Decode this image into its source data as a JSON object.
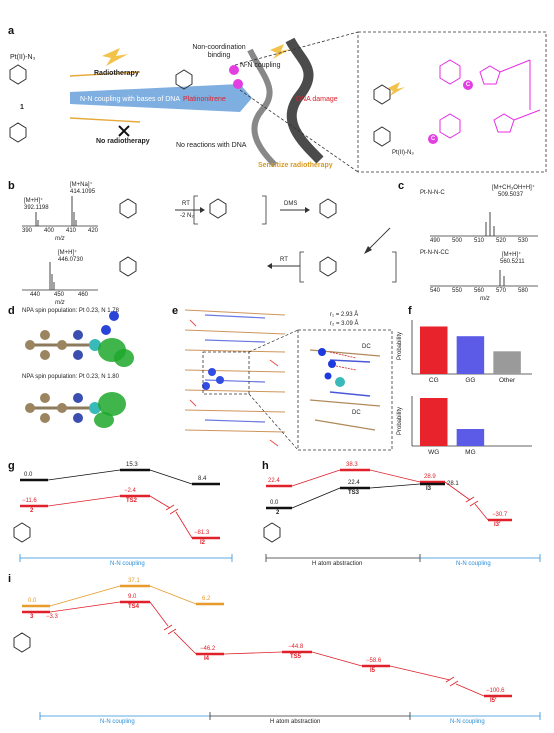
{
  "panels": {
    "a": {
      "label": "a",
      "pt_reactant": "Pt(II)-N₃",
      "radiotherapy": "Radiotherapy",
      "no_radiotherapy": "No radiotherapy",
      "compound_number": "1",
      "arrow_text": "N-N coupling with bases of DNA",
      "non_coord": "Non-coordination binding",
      "nn_coupling": "N-N coupling",
      "platinonitrene": "Platinonitrene",
      "dna_damage": "DNA damage",
      "no_reactions": "No reactions with DNA",
      "sensitize": "Sensitize radiotherapy",
      "pt_label_right": "Pt(II)-N₃",
      "c_badge": "C"
    },
    "b": {
      "label": "b",
      "ms1_peak1": "[M+H]⁺",
      "ms1_val1": "392.1198",
      "ms1_peak2": "[M+Na]⁺",
      "ms1_val2": "414.1095",
      "ms1_ticks": [
        "390",
        "400",
        "410",
        "420"
      ],
      "mz": "m/z",
      "rt": "RT",
      "minus_n2": "-2 N₂",
      "dms": "DMS",
      "rt2": "RT",
      "ms2_peak": "[M+H]⁺",
      "ms2_val": "446.0730",
      "ms2_ticks": [
        "440",
        "450",
        "460"
      ]
    },
    "c": {
      "label": "c",
      "s1_name": "Pt-N-N-C",
      "s1_peak": "[M+CH₃OH+H]⁺",
      "s1_val": "509.5037",
      "s1_ticks": [
        "490",
        "500",
        "510",
        "520",
        "530"
      ],
      "s2_name": "Pt-N-N-CC",
      "s2_peak": "[M+H]⁺",
      "s2_val": "560.5211",
      "s2_ticks": [
        "540",
        "550",
        "560",
        "570",
        "580"
      ],
      "mz": "m/z"
    },
    "d": {
      "label": "d",
      "npa1": "NPA spin population: Pt 0.23, N 1.78",
      "npa2": "NPA spin population: Pt 0.23, N 1.80"
    },
    "e": {
      "label": "e",
      "r1": "r₁ = 2.93 Å",
      "r2": "r₂ = 3.09 Å",
      "dc": "DC"
    },
    "f": {
      "label": "f",
      "ylabel": "Probability"
    },
    "g": {
      "label": "g",
      "e_black_left": "0.0",
      "e_black_mid": "15.3",
      "e_black_right": "8.4",
      "e_red_left": "−11.6",
      "e_red_mid": "−2.4",
      "e_red_right": "−81.3",
      "lbl2": "2",
      "lblTS2": "TS2",
      "lblI2": "I2",
      "bottom": "N-N coupling"
    },
    "h": {
      "label": "h",
      "e_red1": "22.4",
      "e_red2": "38.3",
      "e_red3": "28.9",
      "e_blk1": "22.4",
      "e_blk2": "28.1",
      "e_zero": "0.0",
      "e_final": "−30.7",
      "lbl2": "2",
      "lblTS3": "TS3",
      "lblI3": "I3",
      "lblI3p": "I3′",
      "bottom1": "H atom abstraction",
      "bottom2": "N-N coupling"
    },
    "i": {
      "label": "i",
      "e_or1": "0.0",
      "e_or2": "37.1",
      "e_or3": "6.2",
      "e_red1": "−3.3",
      "e_red2": "9.0",
      "e_red3": "−46.2",
      "e_red4": "−44.8",
      "e_red5": "−58.6",
      "e_red6": "−100.6",
      "lbl3": "3",
      "lblTS4": "TS4",
      "lblI4": "I4",
      "lblTS5": "TS5",
      "lblI5": "I5",
      "lblI5p": "I5′",
      "bottom1": "N-N coupling",
      "bottom2": "H atom abstraction",
      "bottom3": "N-N coupling"
    }
  },
  "chart_data": [
    {
      "type": "bar",
      "categories": [
        "CG",
        "GG",
        "Other"
      ],
      "values": [
        0.44,
        0.35,
        0.21
      ],
      "ylabel": "Probability",
      "colors": [
        "#e8232b",
        "#5b5be8",
        "#9a9a9a"
      ]
    },
    {
      "type": "bar",
      "categories": [
        "WG",
        "MG"
      ],
      "values": [
        0.48,
        0.17
      ],
      "ylabel": "Probability",
      "colors": [
        "#e8232b",
        "#5b5be8"
      ]
    }
  ]
}
